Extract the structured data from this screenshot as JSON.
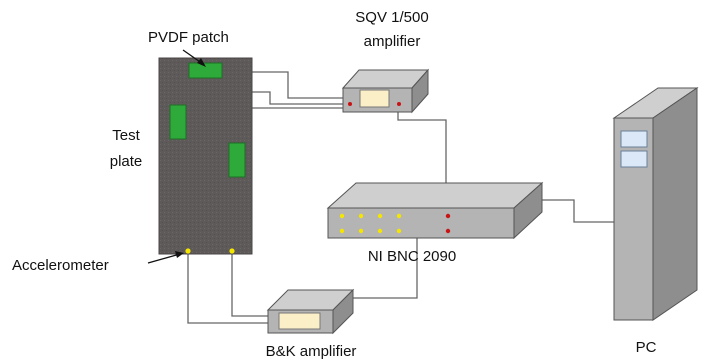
{
  "labels": {
    "pvdf_patch": "PVDF patch",
    "sqv_line1": "SQV 1/500",
    "sqv_line2": "amplifier",
    "test_line1": "Test",
    "test_line2": "plate",
    "accelerometer": "Accelerometer",
    "ni_bnc": "NI BNC 2090",
    "bk_amplifier": "B&K amplifier",
    "pc": "PC"
  },
  "colors": {
    "plate": "#5f5a5a",
    "patch": "#2eaa3a",
    "box": "#b4b4b4",
    "box_side": "#8e8e8e",
    "wire": "#666666",
    "led_yellow": "#f4e600",
    "led_red": "#c81414",
    "screen": "#fbefc7",
    "pc_drive": "#dbe8f7"
  },
  "icons": [
    "test-plate",
    "pvdf-patch",
    "accelerometer-sensor",
    "sqv-amplifier-box",
    "ni-bnc-box",
    "bk-amplifier-box",
    "pc-tower"
  ]
}
